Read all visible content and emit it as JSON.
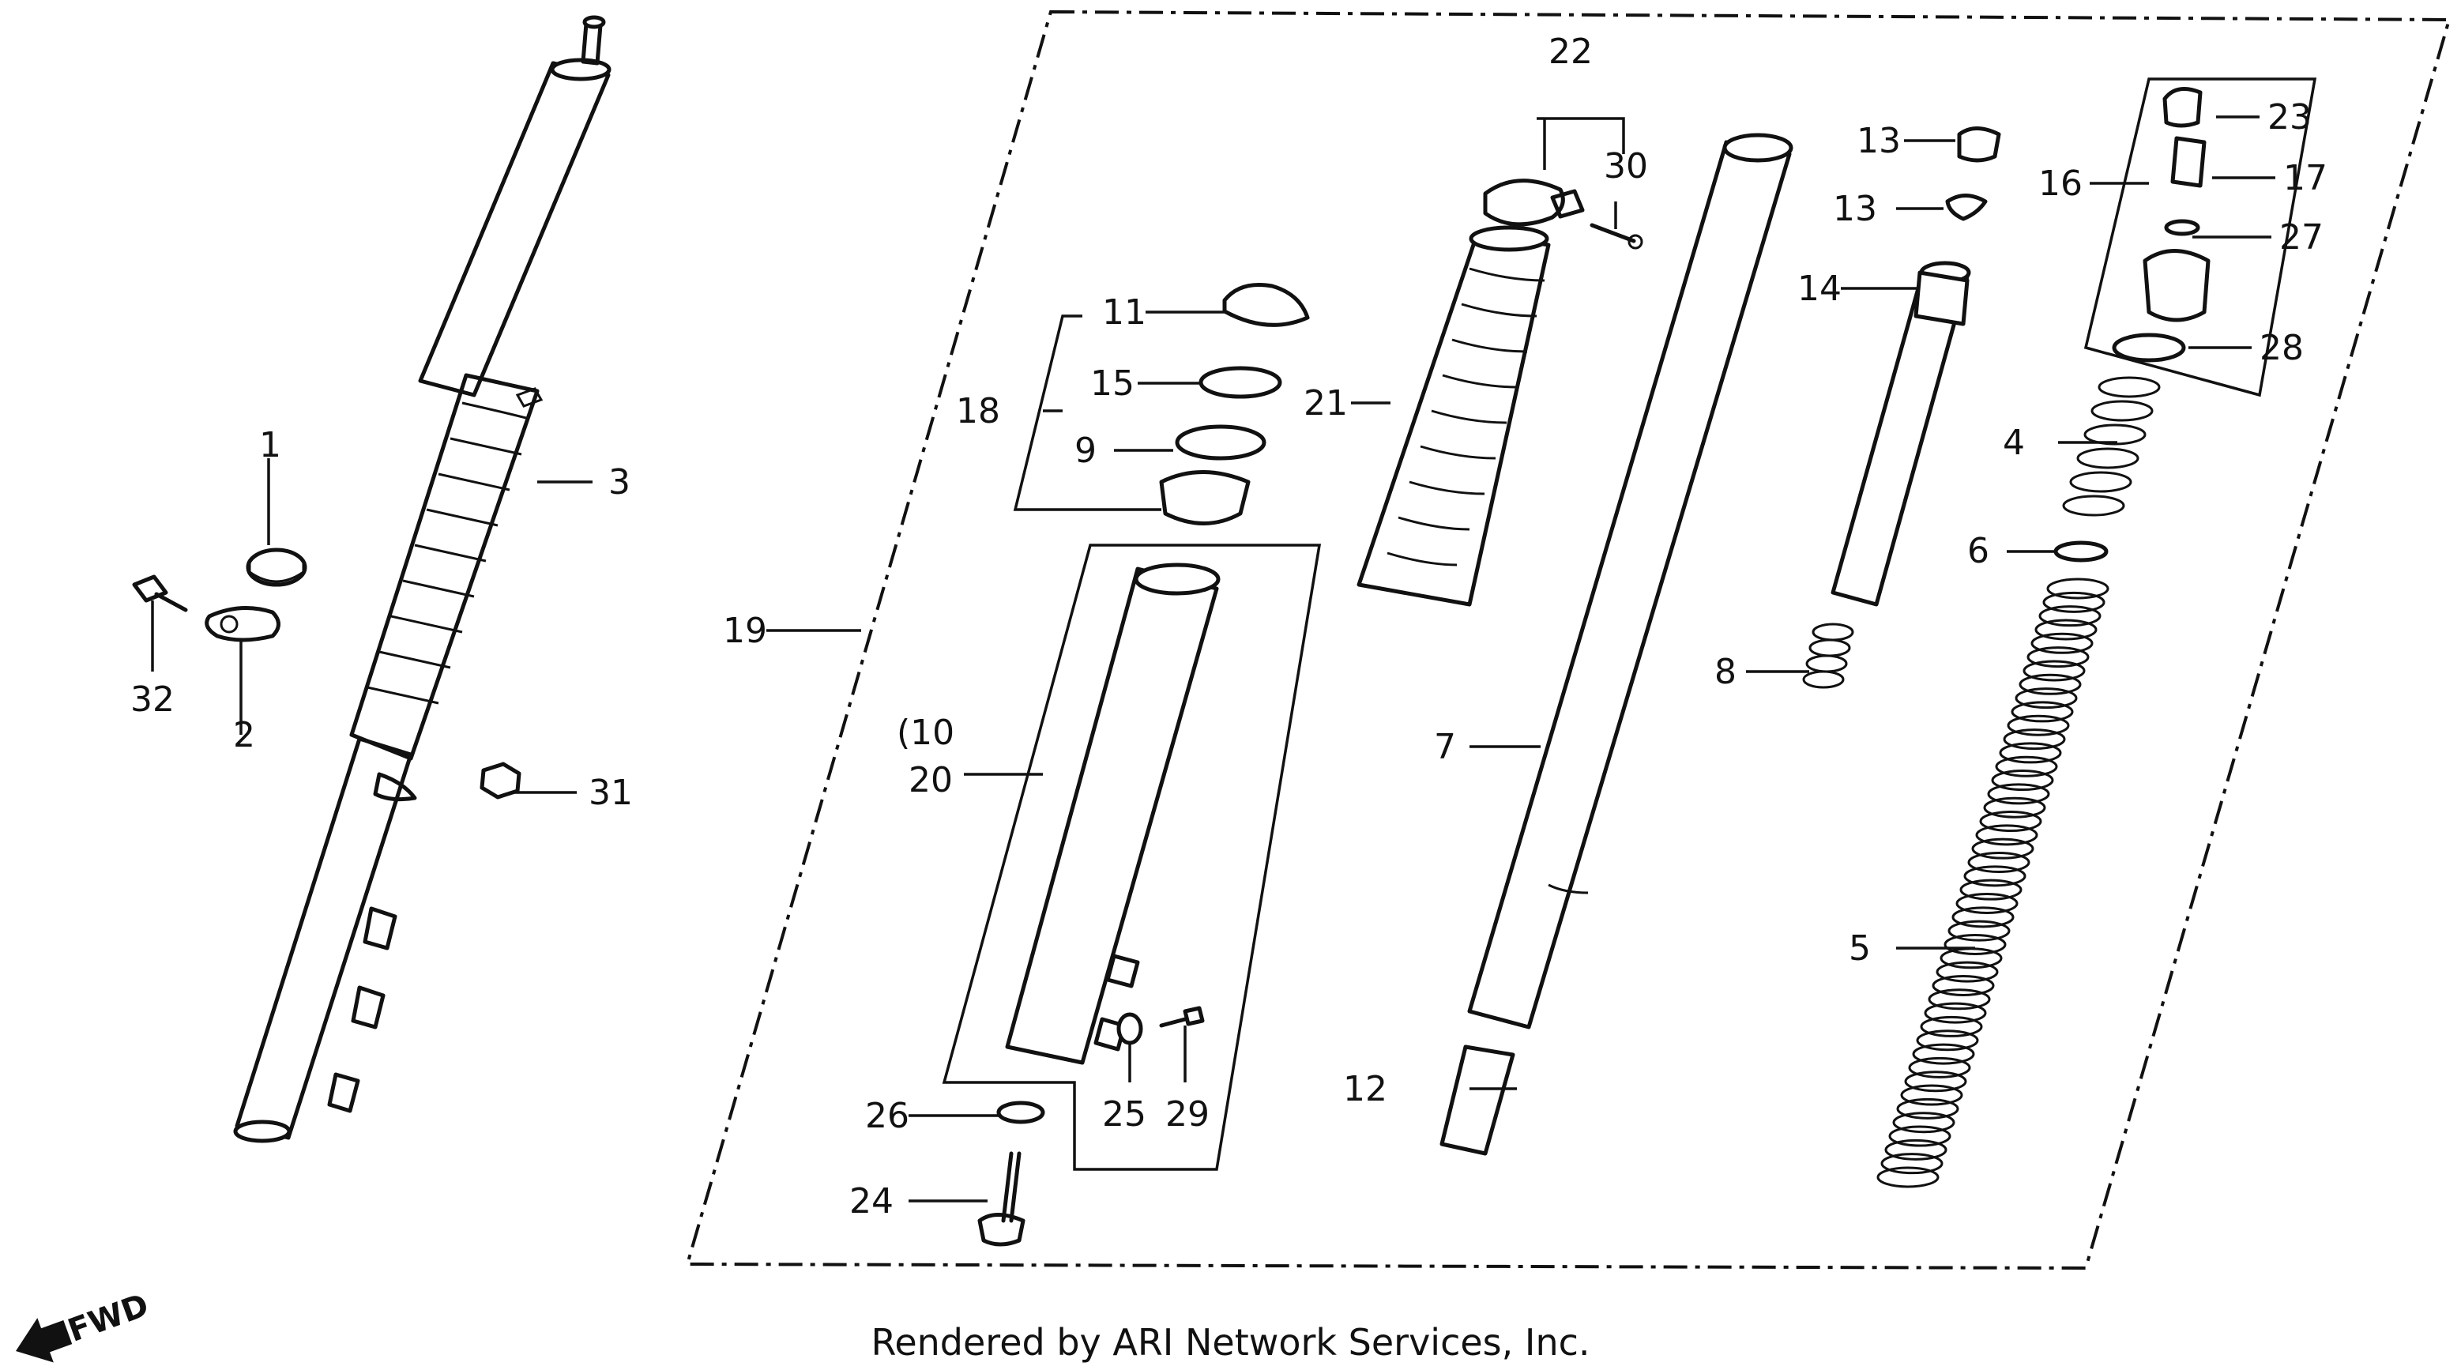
{
  "diagram": {
    "footer": "Rendered by ARI Network Services, Inc.",
    "fwd_label": "FWD",
    "callouts": {
      "c1": "1",
      "c2": "2",
      "c3": "3",
      "c4": "4",
      "c5": "5",
      "c6": "6",
      "c7": "7",
      "c8": "8",
      "c9": "9",
      "c10": "(10",
      "c11": "11",
      "c12": "12",
      "c13a": "13",
      "c13b": "13",
      "c14": "14",
      "c15": "15",
      "c16": "16",
      "c17": "17",
      "c18": "18",
      "c19": "19",
      "c20": "20",
      "c21": "21",
      "c22": "22",
      "c23": "23",
      "c24": "24",
      "c25": "25",
      "c26": "26",
      "c27": "27",
      "c28": "28",
      "c29": "29",
      "c30": "30",
      "c31": "31",
      "c32": "32"
    }
  }
}
